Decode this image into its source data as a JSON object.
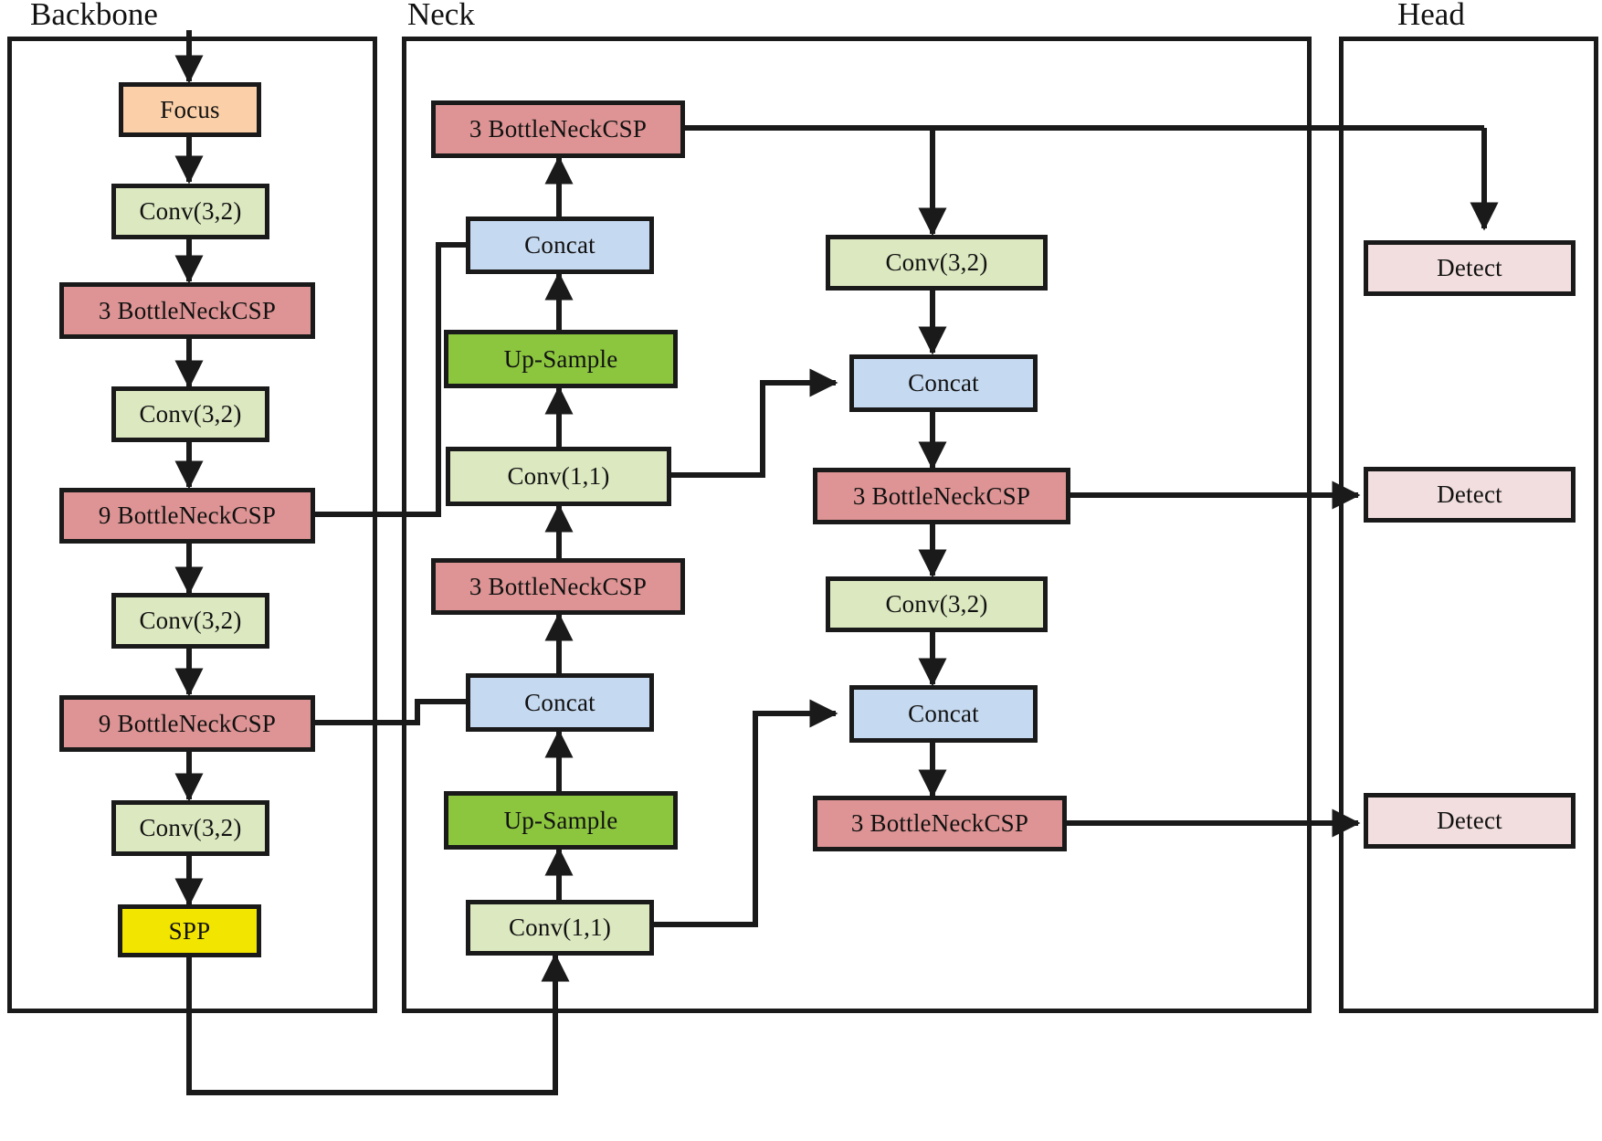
{
  "diagram": {
    "title_font": "serif",
    "groups": [
      {
        "id": "backbone",
        "label": "Backbone"
      },
      {
        "id": "neck",
        "label": "Neck"
      },
      {
        "id": "head",
        "label": "Head"
      }
    ],
    "colors": {
      "focus": "#FBD0A8",
      "conv": "#DCE8C0",
      "bottleneck": "#DE9494",
      "spp": "#F2E600",
      "concat": "#C5D9F0",
      "upsample": "#8CC63F",
      "detect": "#F2DEDE",
      "stroke": "#1A1A1A",
      "background": "#FFFFFF"
    },
    "nodes": {
      "backbone": [
        {
          "id": "focus",
          "label": "Focus",
          "type": "focus"
        },
        {
          "id": "b_conv1",
          "label": "Conv(3,2)",
          "type": "conv"
        },
        {
          "id": "b_bn1",
          "label": "3 BottleNeckCSP",
          "type": "bottleneck"
        },
        {
          "id": "b_conv2",
          "label": "Conv(3,2)",
          "type": "conv"
        },
        {
          "id": "b_bn2",
          "label": "9 BottleNeckCSP",
          "type": "bottleneck"
        },
        {
          "id": "b_conv3",
          "label": "Conv(3,2)",
          "type": "conv"
        },
        {
          "id": "b_bn3",
          "label": "9 BottleNeckCSP",
          "type": "bottleneck"
        },
        {
          "id": "b_conv4",
          "label": "Conv(3,2)",
          "type": "conv"
        },
        {
          "id": "spp",
          "label": "SPP",
          "type": "spp"
        }
      ],
      "neck_left": [
        {
          "id": "n_bn_top",
          "label": "3 BottleNeckCSP",
          "type": "bottleneck"
        },
        {
          "id": "n_cat_top",
          "label": "Concat",
          "type": "concat"
        },
        {
          "id": "n_up_top",
          "label": "Up-Sample",
          "type": "upsample"
        },
        {
          "id": "n_cv_top",
          "label": "Conv(1,1)",
          "type": "conv"
        },
        {
          "id": "n_bn_mid",
          "label": "3 BottleNeckCSP",
          "type": "bottleneck"
        },
        {
          "id": "n_cat_bot",
          "label": "Concat",
          "type": "concat"
        },
        {
          "id": "n_up_bot",
          "label": "Up-Sample",
          "type": "upsample"
        },
        {
          "id": "n_cv_bot",
          "label": "Conv(1,1)",
          "type": "conv"
        }
      ],
      "neck_right": [
        {
          "id": "r_conv_top",
          "label": "Conv(3,2)",
          "type": "conv"
        },
        {
          "id": "r_cat_top",
          "label": "Concat",
          "type": "concat"
        },
        {
          "id": "r_bn_top",
          "label": "3 BottleNeckCSP",
          "type": "bottleneck"
        },
        {
          "id": "r_conv_bot",
          "label": "Conv(3,2)",
          "type": "conv"
        },
        {
          "id": "r_cat_bot",
          "label": "Concat",
          "type": "concat"
        },
        {
          "id": "r_bn_bot",
          "label": "3 BottleNeckCSP",
          "type": "bottleneck"
        }
      ],
      "head": [
        {
          "id": "detect1",
          "label": "Detect",
          "type": "detect"
        },
        {
          "id": "detect2",
          "label": "Detect",
          "type": "detect"
        },
        {
          "id": "detect3",
          "label": "Detect",
          "type": "detect"
        }
      ]
    }
  }
}
